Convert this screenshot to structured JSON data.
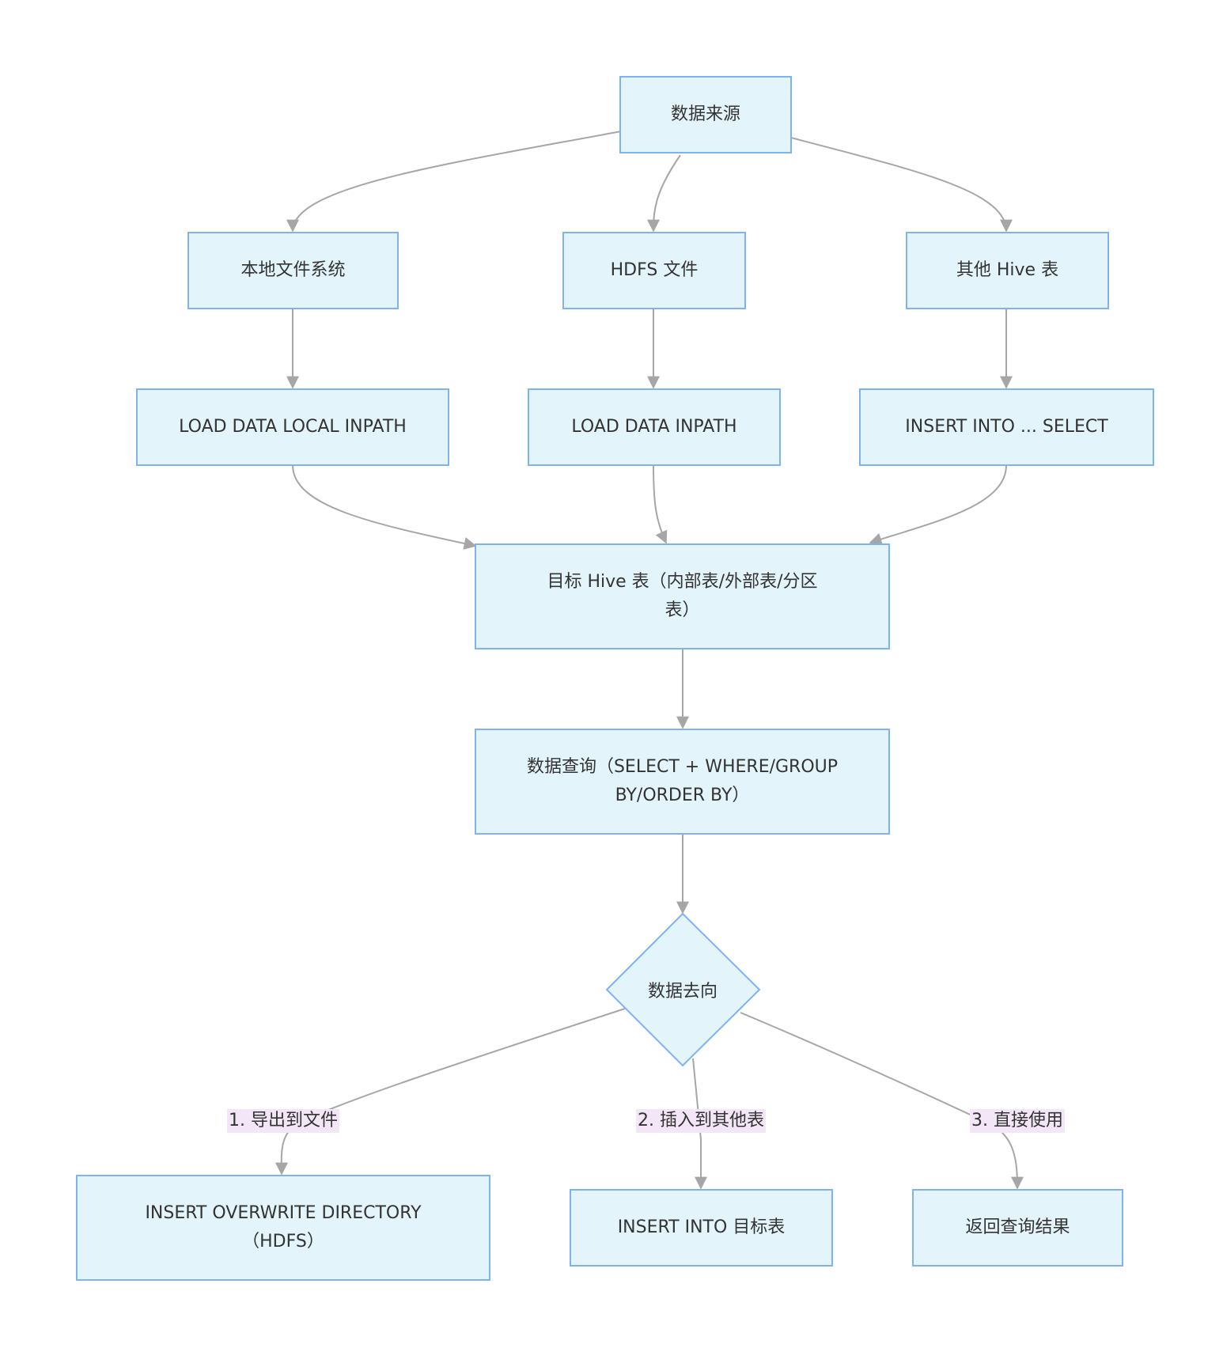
{
  "nodes": {
    "source": "数据来源",
    "local_fs": "本地文件系统",
    "hdfs_file": "HDFS 文件",
    "other_hive": "其他 Hive 表",
    "load_local": "LOAD DATA LOCAL INPATH",
    "load_hdfs": "LOAD DATA INPATH",
    "insert_select": "INSERT INTO ... SELECT",
    "target_table_line1": "目标 Hive 表（内部表/外部表/分区",
    "target_table_line2": "表）",
    "query_line1": "数据查询（SELECT + WHERE/GROUP",
    "query_line2": "BY/ORDER BY）",
    "destination": "数据去向",
    "overwrite_dir_line1": "INSERT OVERWRITE DIRECTORY",
    "overwrite_dir_line2": "（HDFS）",
    "insert_target": "INSERT INTO 目标表",
    "return_result": "返回查询结果"
  },
  "edge_labels": {
    "export": "1. 导出到文件",
    "insert_other": "2. 插入到其他表",
    "direct_use": "3. 直接使用"
  },
  "colors": {
    "node_fill": "#e3f4fb",
    "node_border": "#7fb2f0",
    "edge": "#a6a6a6",
    "edge_label_bg": "#f3e6f6",
    "text": "#333333"
  }
}
